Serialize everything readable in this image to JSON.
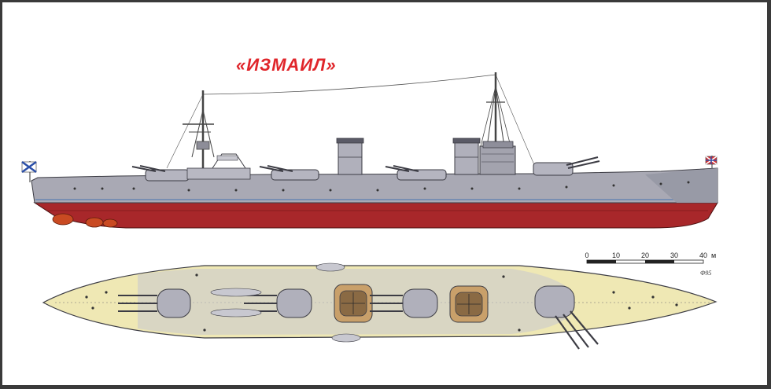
{
  "title": "«ИЗМАИЛ»",
  "scale_bar": {
    "ticks": [
      "0",
      "10",
      "20",
      "30",
      "40"
    ],
    "unit": "м"
  },
  "artist_mark": "Ф95",
  "colors": {
    "hull_grey": "#a9a9b4",
    "hull_red": "#a8272a",
    "deck_yellow": "#efe8b4",
    "title_red": "#e0262b",
    "frame": "#3a3a3a"
  },
  "icons": [
    "st-andrew-flag-icon",
    "jack-flag-icon"
  ]
}
